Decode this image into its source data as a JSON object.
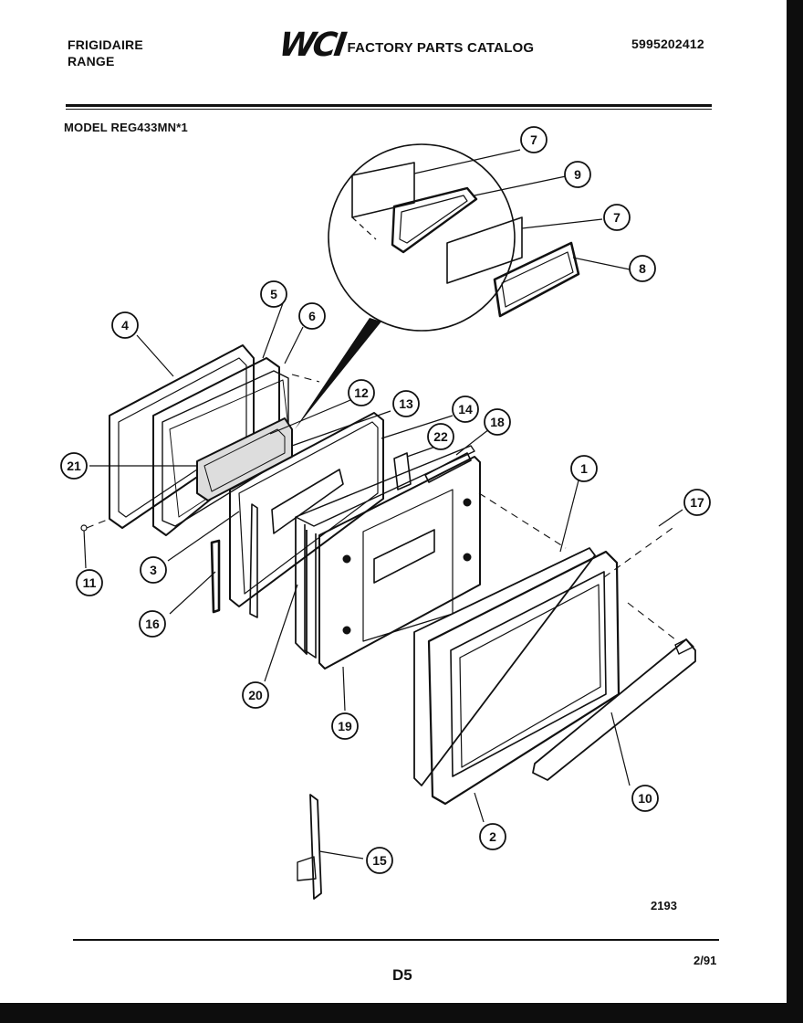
{
  "header": {
    "brand": "FRIGIDAIRE",
    "product": "RANGE",
    "logo": "WCI",
    "catalog_title": "FACTORY PARTS CATALOG",
    "catalog_number": "5995202412"
  },
  "model_line": "MODEL REG433MN*1",
  "diagram": {
    "callouts": [
      {
        "label": "7"
      },
      {
        "label": "9"
      },
      {
        "label": "7"
      },
      {
        "label": "8"
      },
      {
        "label": "5"
      },
      {
        "label": "6"
      },
      {
        "label": "4"
      },
      {
        "label": "12"
      },
      {
        "label": "13"
      },
      {
        "label": "14"
      },
      {
        "label": "22"
      },
      {
        "label": "18"
      },
      {
        "label": "21"
      },
      {
        "label": "1"
      },
      {
        "label": "17"
      },
      {
        "label": "3"
      },
      {
        "label": "11"
      },
      {
        "label": "16"
      },
      {
        "label": "20"
      },
      {
        "label": "19"
      },
      {
        "label": "10"
      },
      {
        "label": "2"
      },
      {
        "label": "15"
      }
    ]
  },
  "footer": {
    "figure_code": "2193",
    "page": "D5",
    "date": "2/91"
  }
}
